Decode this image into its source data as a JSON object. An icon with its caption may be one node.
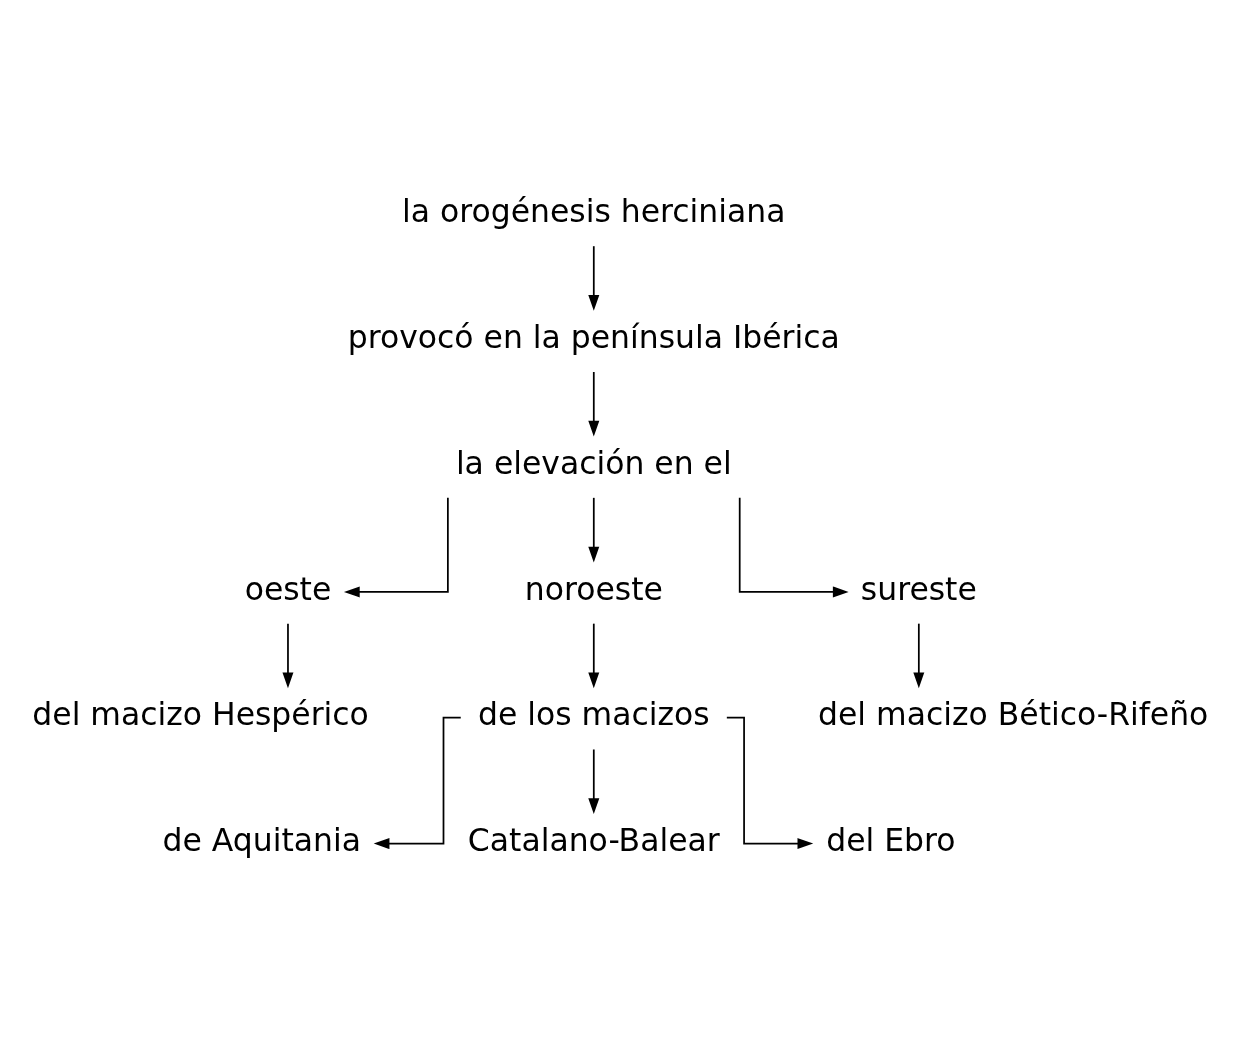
{
  "diagram": {
    "nodes": [
      {
        "text": [
          "la orogénesis herciniana"
        ]
      },
      {
        "text": [
          "provocó en la península Ibérica"
        ]
      },
      {
        "text": [
          "la elevación en el"
        ]
      },
      {
        "text": [
          "oeste"
        ]
      },
      {
        "text": [
          "noroeste"
        ]
      },
      {
        "text": [
          "sureste"
        ]
      },
      {
        "text": [
          "del macizo Hespérico"
        ]
      },
      {
        "text": [
          "de los macizos"
        ]
      },
      {
        "text": [
          "del macizo Bético-Rifeño"
        ]
      },
      {
        "text": [
          "de Aquitania"
        ]
      },
      {
        "text": [
          "Catalano-Balear"
        ]
      },
      {
        "text": [
          "del Ebro"
        ]
      }
    ],
    "edges": [
      {
        "from": 0,
        "to": 1,
        "arrow": "to"
      },
      {
        "from": 1,
        "to": 2,
        "arrow": "to"
      },
      {
        "from": 2,
        "to": 3,
        "arrow": "to"
      },
      {
        "from": 2,
        "to": 4,
        "arrow": "to"
      },
      {
        "from": 2,
        "to": 5,
        "arrow": "to"
      },
      {
        "from": 3,
        "to": 6,
        "arrow": "to"
      },
      {
        "from": 4,
        "to": 7,
        "arrow": "to"
      },
      {
        "from": 5,
        "to": 8,
        "arrow": "to"
      },
      {
        "from": 7,
        "to": 9,
        "arrow": "to"
      },
      {
        "from": 7,
        "to": 10,
        "arrow": "to"
      },
      {
        "from": 7,
        "to": 11,
        "arrow": "to"
      }
    ]
  }
}
